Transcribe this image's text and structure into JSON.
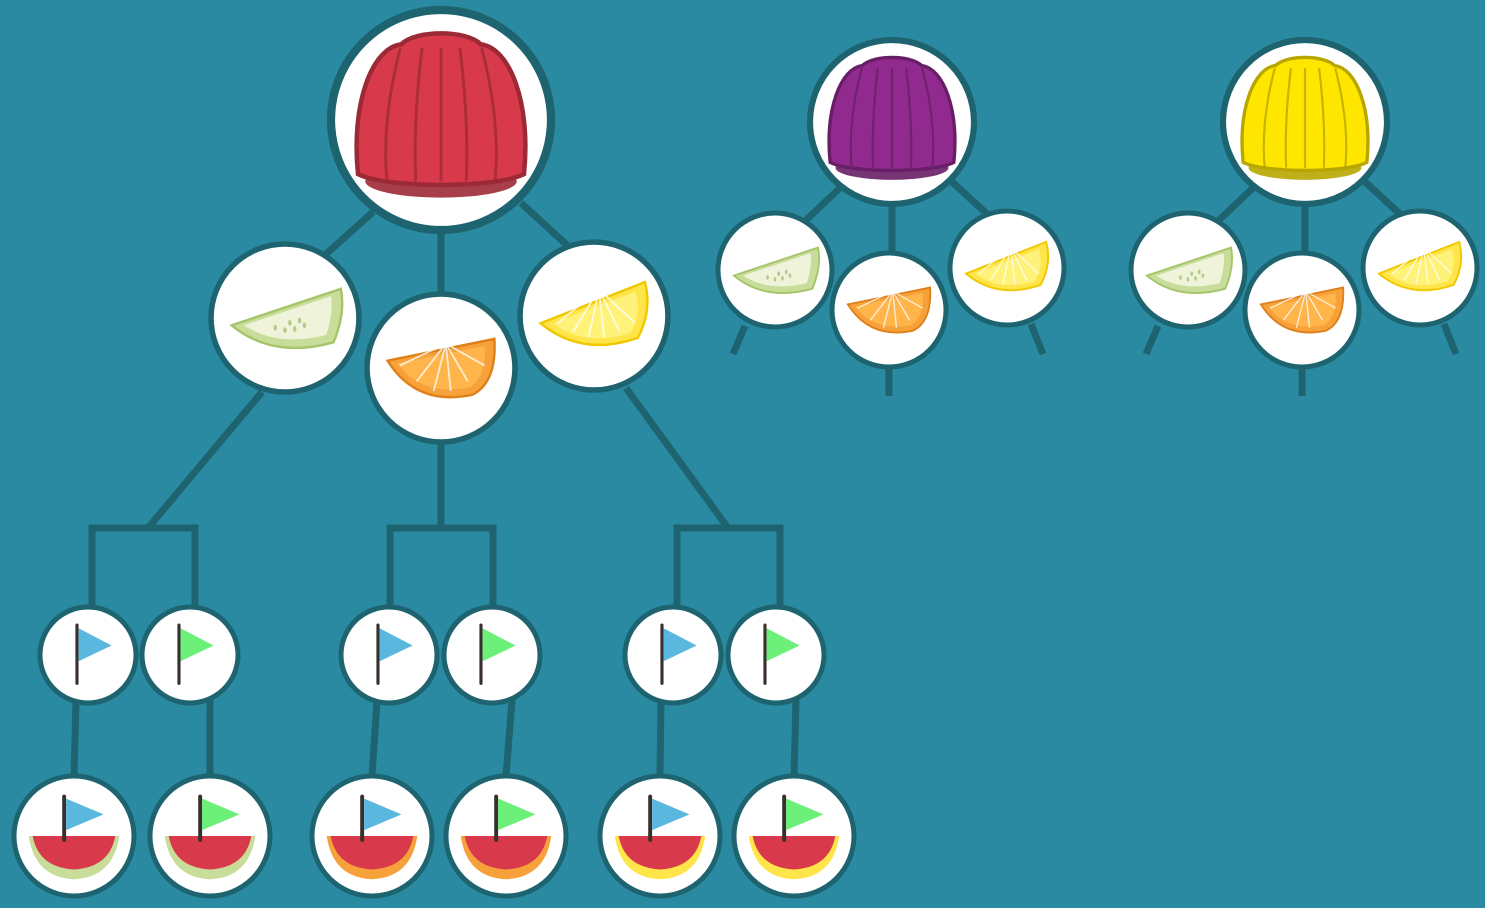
{
  "colors": {
    "background": "#2a8aa2",
    "line": "#1e6470",
    "node_fill": "#ffffff",
    "jelly": {
      "red": "#d93a4b",
      "purple": "#912a8e",
      "yellow": "#ffe600"
    },
    "fruit": {
      "melon": "#c8dd9a",
      "orange": "#f7a13a",
      "lemon": "#ffe54a"
    },
    "flag": {
      "blue": "#5ab7de",
      "green": "#6cf07a"
    }
  },
  "trees": [
    {
      "jelly": "red",
      "fruits": [
        "melon",
        "orange",
        "lemon"
      ],
      "outcomes": [
        {
          "fruit": "melon",
          "flag": "blue"
        },
        {
          "fruit": "melon",
          "flag": "green"
        },
        {
          "fruit": "orange",
          "flag": "blue"
        },
        {
          "fruit": "orange",
          "flag": "green"
        },
        {
          "fruit": "lemon",
          "flag": "blue"
        },
        {
          "fruit": "lemon",
          "flag": "green"
        }
      ]
    },
    {
      "jelly": "purple",
      "fruits": [
        "melon",
        "orange",
        "lemon"
      ]
    },
    {
      "jelly": "yellow",
      "fruits": [
        "melon",
        "orange",
        "lemon"
      ]
    }
  ],
  "icons": [
    "jelly-icon",
    "melon-slice-icon",
    "orange-slice-icon",
    "lemon-slice-icon",
    "flag-icon",
    "watermelon-boat-icon"
  ]
}
